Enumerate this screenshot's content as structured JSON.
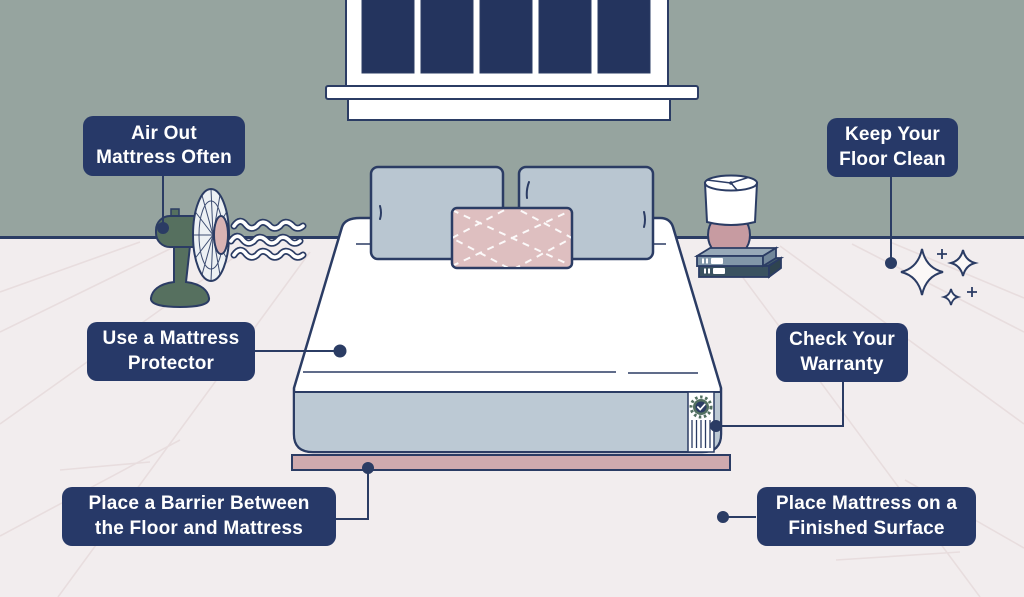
{
  "scene": {
    "description": "Illustrated bedroom diagram of mattress-on-floor care tips"
  },
  "callouts": {
    "air_out": {
      "line1": "Air Out",
      "line2": "Mattress Often"
    },
    "keep_clean": {
      "line1": "Keep Your",
      "line2": "Floor Clean"
    },
    "protector": {
      "line1": "Use a Mattress",
      "line2": "Protector"
    },
    "warranty": {
      "line1": "Check Your",
      "line2": "Warranty"
    },
    "barrier": {
      "line1": "Place a Barrier Between",
      "line2": "the Floor and Mattress"
    },
    "surface": {
      "line1": "Place Mattress on a",
      "line2": "Finished Surface"
    }
  },
  "colors": {
    "callout_bg": "#273968",
    "callout_text": "#ffffff",
    "outline_navy": "#2b3c64",
    "wall": "#96a49f",
    "floor": "#f2edee",
    "window_pane": "#24345e",
    "mattress_band": "#bcc9d4",
    "pillow": "#b9c6d1",
    "accent_pillow": "#debfc0",
    "barrier": "#cfaaae",
    "fan_body": "#56705f",
    "lamp_base": "#c79ba1"
  },
  "icons": {
    "fan": "fan-icon",
    "airflow": "airflow-waves-icon",
    "sparkles": "sparkles-icon",
    "warranty_badge": "warranty-badge-icon",
    "window": "window",
    "lamp": "lamp-icon",
    "books": "book-stack"
  }
}
